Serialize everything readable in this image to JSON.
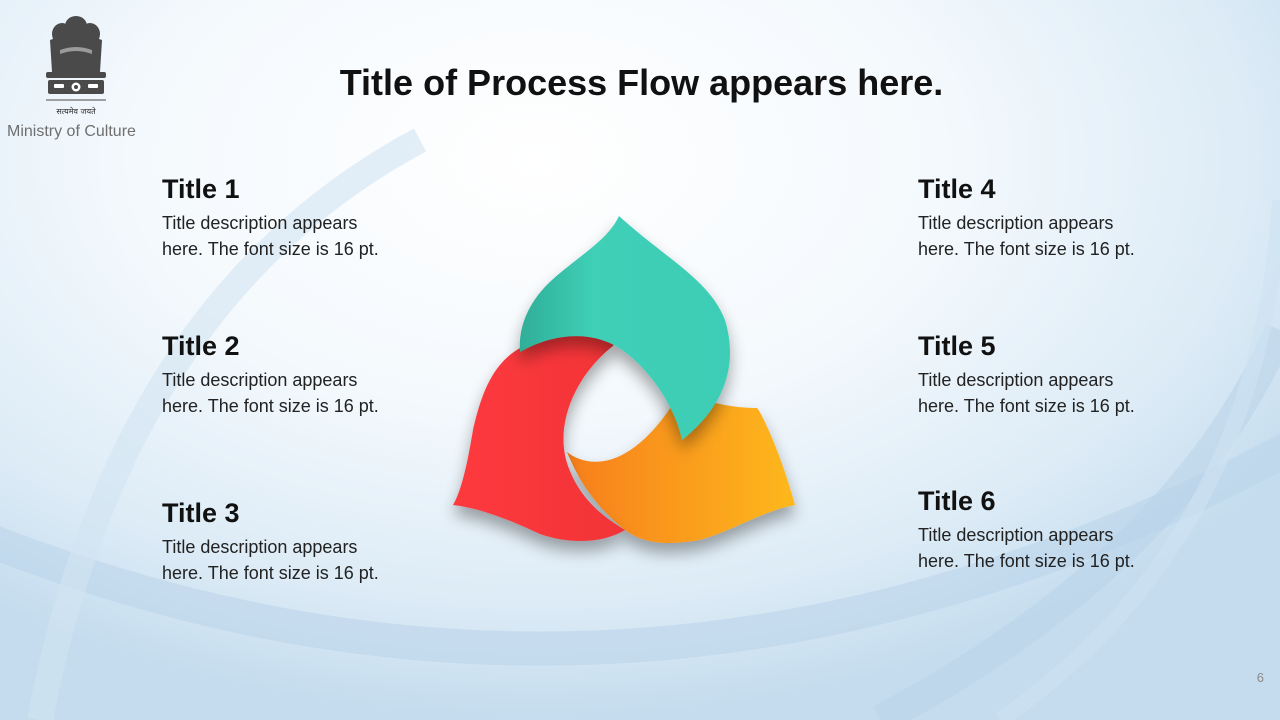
{
  "header": {
    "emblem_motto": "सत्यमेव जयते",
    "ministry": "Ministry of Culture"
  },
  "slide": {
    "title": "Title of Process Flow appears here.",
    "page_number": "6"
  },
  "items": [
    {
      "title": "Title 1",
      "description": "Title description appears here. The font size is 16 pt."
    },
    {
      "title": "Title 2",
      "description": "Title description appears here. The font size is 16 pt."
    },
    {
      "title": "Title 3",
      "description": "Title description appears here. The font size is 16 pt."
    },
    {
      "title": "Title 4",
      "description": "Title description appears here. The font size is 16 pt."
    },
    {
      "title": "Title 5",
      "description": "Title description appears here. The font size is 16 pt."
    },
    {
      "title": "Title 6",
      "description": "Title description appears here. The font size is 16 pt."
    }
  ],
  "colors": {
    "petal_top": "#3ecfb6",
    "petal_left": "#fc3a3c",
    "petal_right": "#fba522",
    "background_accent": "#c4dcee"
  }
}
